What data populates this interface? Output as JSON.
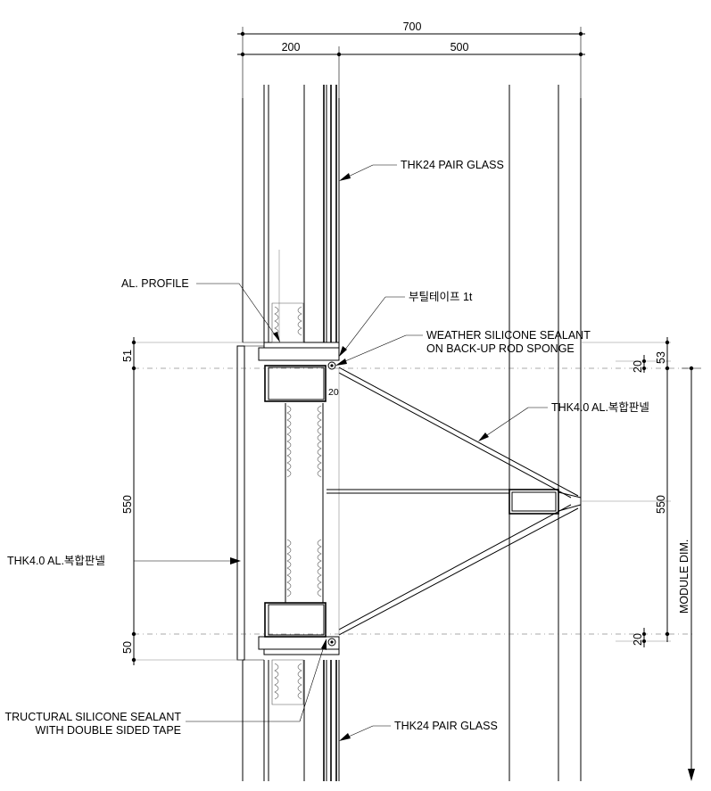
{
  "dimensions": {
    "top_total": "700",
    "top_left": "200",
    "top_right": "500",
    "left_top": "51",
    "left_mid": "550",
    "left_bottom": "50",
    "right_top_a": "20",
    "right_top_b": "53",
    "right_mid": "550",
    "right_bottom": "20",
    "inner_gap": "20",
    "module": "MODULE DIM."
  },
  "labels": {
    "glass_top": "THK24 PAIR GLASS",
    "al_profile": "AL. PROFILE",
    "butyl_tape": "부틸테이프 1t",
    "weather_sealant_1": "WEATHER SILICONE SEALANT",
    "weather_sealant_2": "ON BACK-UP ROD SPONGE",
    "panel_right": "THK4.0 AL.복합판넬",
    "panel_left": "THK4.0 AL.복합판넬",
    "structural_1": "TRUCTURAL SILICONE SEALANT",
    "structural_2": "WITH DOUBLE SIDED TAPE",
    "glass_bottom": "THK24 PAIR GLASS"
  }
}
